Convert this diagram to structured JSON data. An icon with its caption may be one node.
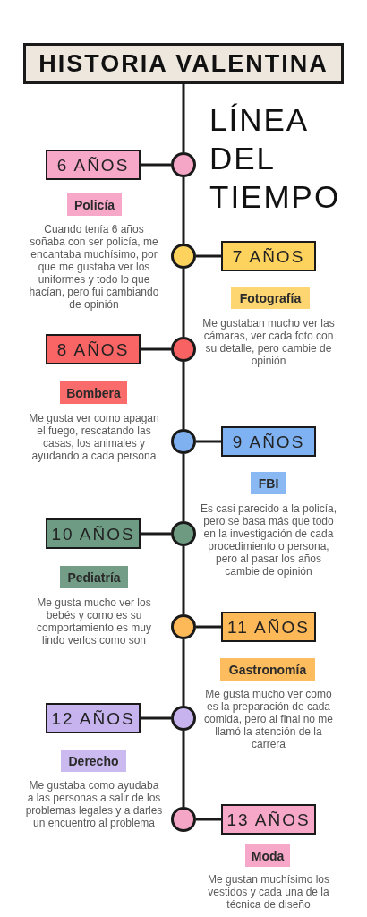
{
  "diagram": {
    "title": "LÍNEA DEL TIEMPO",
    "nodes": [
      {
        "text": [
          "HISTORIA VALENTINA"
        ]
      },
      {
        "text": [],
        "shape": "circle"
      },
      {
        "text": [
          "6 AÑOS"
        ]
      },
      {
        "text": [
          "Policía"
        ]
      },
      {
        "text": [],
        "shape": "circle"
      },
      {
        "text": [
          "7 AÑOS"
        ]
      },
      {
        "text": [
          "Fotografía"
        ]
      },
      {
        "text": [],
        "shape": "circle"
      },
      {
        "text": [
          "8 AÑOS"
        ]
      },
      {
        "text": [
          "Bombera"
        ]
      },
      {
        "text": [],
        "shape": "circle"
      },
      {
        "text": [
          "9 AÑOS"
        ]
      },
      {
        "text": [
          "FBI"
        ]
      },
      {
        "text": [],
        "shape": "circle"
      },
      {
        "text": [
          "10 AÑOS"
        ]
      },
      {
        "text": [
          "Pediatría"
        ]
      },
      {
        "text": [],
        "shape": "circle"
      },
      {
        "text": [
          "11 AÑOS"
        ]
      },
      {
        "text": [
          "Gastronomía"
        ]
      },
      {
        "text": [],
        "shape": "circle"
      },
      {
        "text": [
          "12 AÑOS"
        ]
      },
      {
        "text": [
          "Derecho"
        ]
      },
      {
        "text": [],
        "shape": "circle"
      },
      {
        "text": [
          "13 AÑOS"
        ]
      },
      {
        "text": [
          "Moda"
        ]
      }
    ],
    "edges": [
      {
        "from": 0,
        "to": 1,
        "arrow": "none"
      },
      {
        "from": 1,
        "to": 2,
        "arrow": "none"
      },
      {
        "from": 1,
        "to": 4,
        "arrow": "none"
      },
      {
        "from": 4,
        "to": 5,
        "arrow": "none"
      },
      {
        "from": 4,
        "to": 7,
        "arrow": "none"
      },
      {
        "from": 7,
        "to": 8,
        "arrow": "none"
      },
      {
        "from": 7,
        "to": 10,
        "arrow": "none"
      },
      {
        "from": 10,
        "to": 11,
        "arrow": "none"
      },
      {
        "from": 10,
        "to": 13,
        "arrow": "none"
      },
      {
        "from": 13,
        "to": 14,
        "arrow": "none"
      },
      {
        "from": 13,
        "to": 16,
        "arrow": "none"
      },
      {
        "from": 16,
        "to": 17,
        "arrow": "none"
      },
      {
        "from": 16,
        "to": 19,
        "arrow": "none"
      },
      {
        "from": 19,
        "to": 20,
        "arrow": "none"
      },
      {
        "from": 19,
        "to": 22,
        "arrow": "none"
      },
      {
        "from": 22,
        "to": 23,
        "arrow": "none"
      }
    ],
    "labels": [
      "Cuando tenía 6 años soñaba con ser policía, me encantaba muchísimo, por que me gustaba ver los uniformes y todo lo que hacían, pero fui cambiando de opinión",
      "Me gustaban mucho ver las cámaras, ver cada foto con su detalle, pero cambie de opinión",
      "Me gusta ver como apagan el fuego, rescatando las casas, los animales y ayudando a cada persona",
      "Es casi parecido a la policía, pero se basa más que todo en la investigación de cada procedimiento o persona, pero al pasar los años cambie de opinión",
      "Me gusta mucho ver los bebés y como es su comportamiento es muy lindo verlos como son",
      "Me gusta mucho ver como es la preparación de cada comida, pero al final no me llamó la atención de la carrera",
      "Me gustaba como ayudaba a las personas a salir de los problemas legales y a darles un encuentro al problema",
      "Me gustan muchísimo los vestidos y cada una de la técnica de diseño"
    ]
  }
}
